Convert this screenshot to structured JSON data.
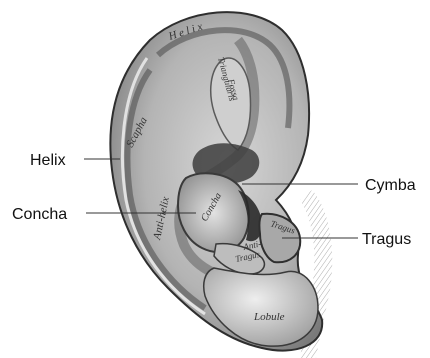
{
  "figure": {
    "callouts": {
      "helix": "Helix",
      "concha": "Concha",
      "cymba": "Cymba",
      "tragus": "Tragus"
    },
    "engraved_labels": {
      "helix": "H e l i x",
      "scapha": "Scapha",
      "fossa": "Fossa",
      "triangularis": "Triangularis",
      "concha": "Concha",
      "anti_helix": "Anti-helix",
      "tragus": "Tragus",
      "anti": "Anti-",
      "tragus2": "Tragus",
      "lobule": "Lobule"
    },
    "colors": {
      "shade_dark": "#3a3a3a",
      "shade_mid": "#8a8a8a",
      "shade_light": "#c8c8c8",
      "paper": "#e9e9e9"
    }
  }
}
